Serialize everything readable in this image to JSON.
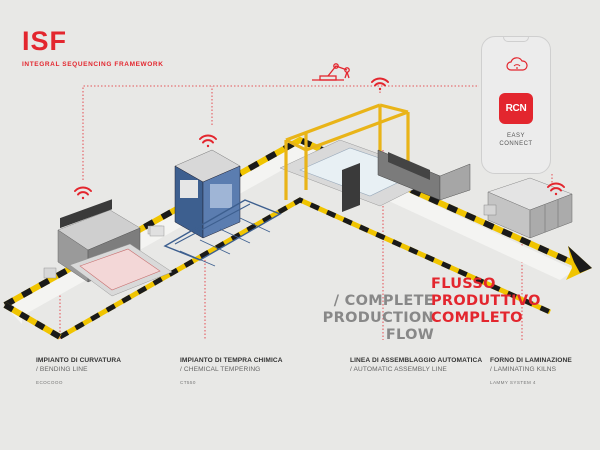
{
  "brand": {
    "title": "ISF",
    "subtitle": "INTEGRAL SEQUENCING FRAMEWORK",
    "color": "#e3262e"
  },
  "headline": {
    "grey_lines": [
      "/ COMPLETE",
      "PRODUCTION",
      "FLOW"
    ],
    "red_lines": [
      "FLUSSO",
      "PRODUTTIVO",
      "COMPLETO"
    ]
  },
  "app": {
    "logo_text": "RCN",
    "name_line1": "EASY",
    "name_line2": "CONNECT"
  },
  "stations": [
    {
      "title": "IMPIANTO DI CURVATURA",
      "subtitle": "/ BENDING LINE",
      "brand": "ECOCOOO"
    },
    {
      "title": "IMPIANTO DI TEMPRA CHIMICA",
      "subtitle": "/ CHEMICAL TEMPERING",
      "brand": "CT550"
    },
    {
      "title": "LINEA DI ASSEMBLAGGIO AUTOMATICA",
      "subtitle": "/ AUTOMATIC ASSEMBLY LINE",
      "brand": ""
    },
    {
      "title": "FORNO DI LAMINAZIONE",
      "subtitle": "/ LAMINATING KILNS",
      "brand": "LAMMY SYSTEM 4"
    }
  ],
  "icons": {
    "wifi": "wifi-icon",
    "robot": "robot-arm-icon",
    "cloud": "cloud-wifi-icon"
  },
  "colors": {
    "accent": "#e3262e",
    "track_yellow": "#f0c400",
    "track_black": "#1a1a1a",
    "frame_yellow": "#e9b418",
    "background": "#e8e8e6"
  }
}
